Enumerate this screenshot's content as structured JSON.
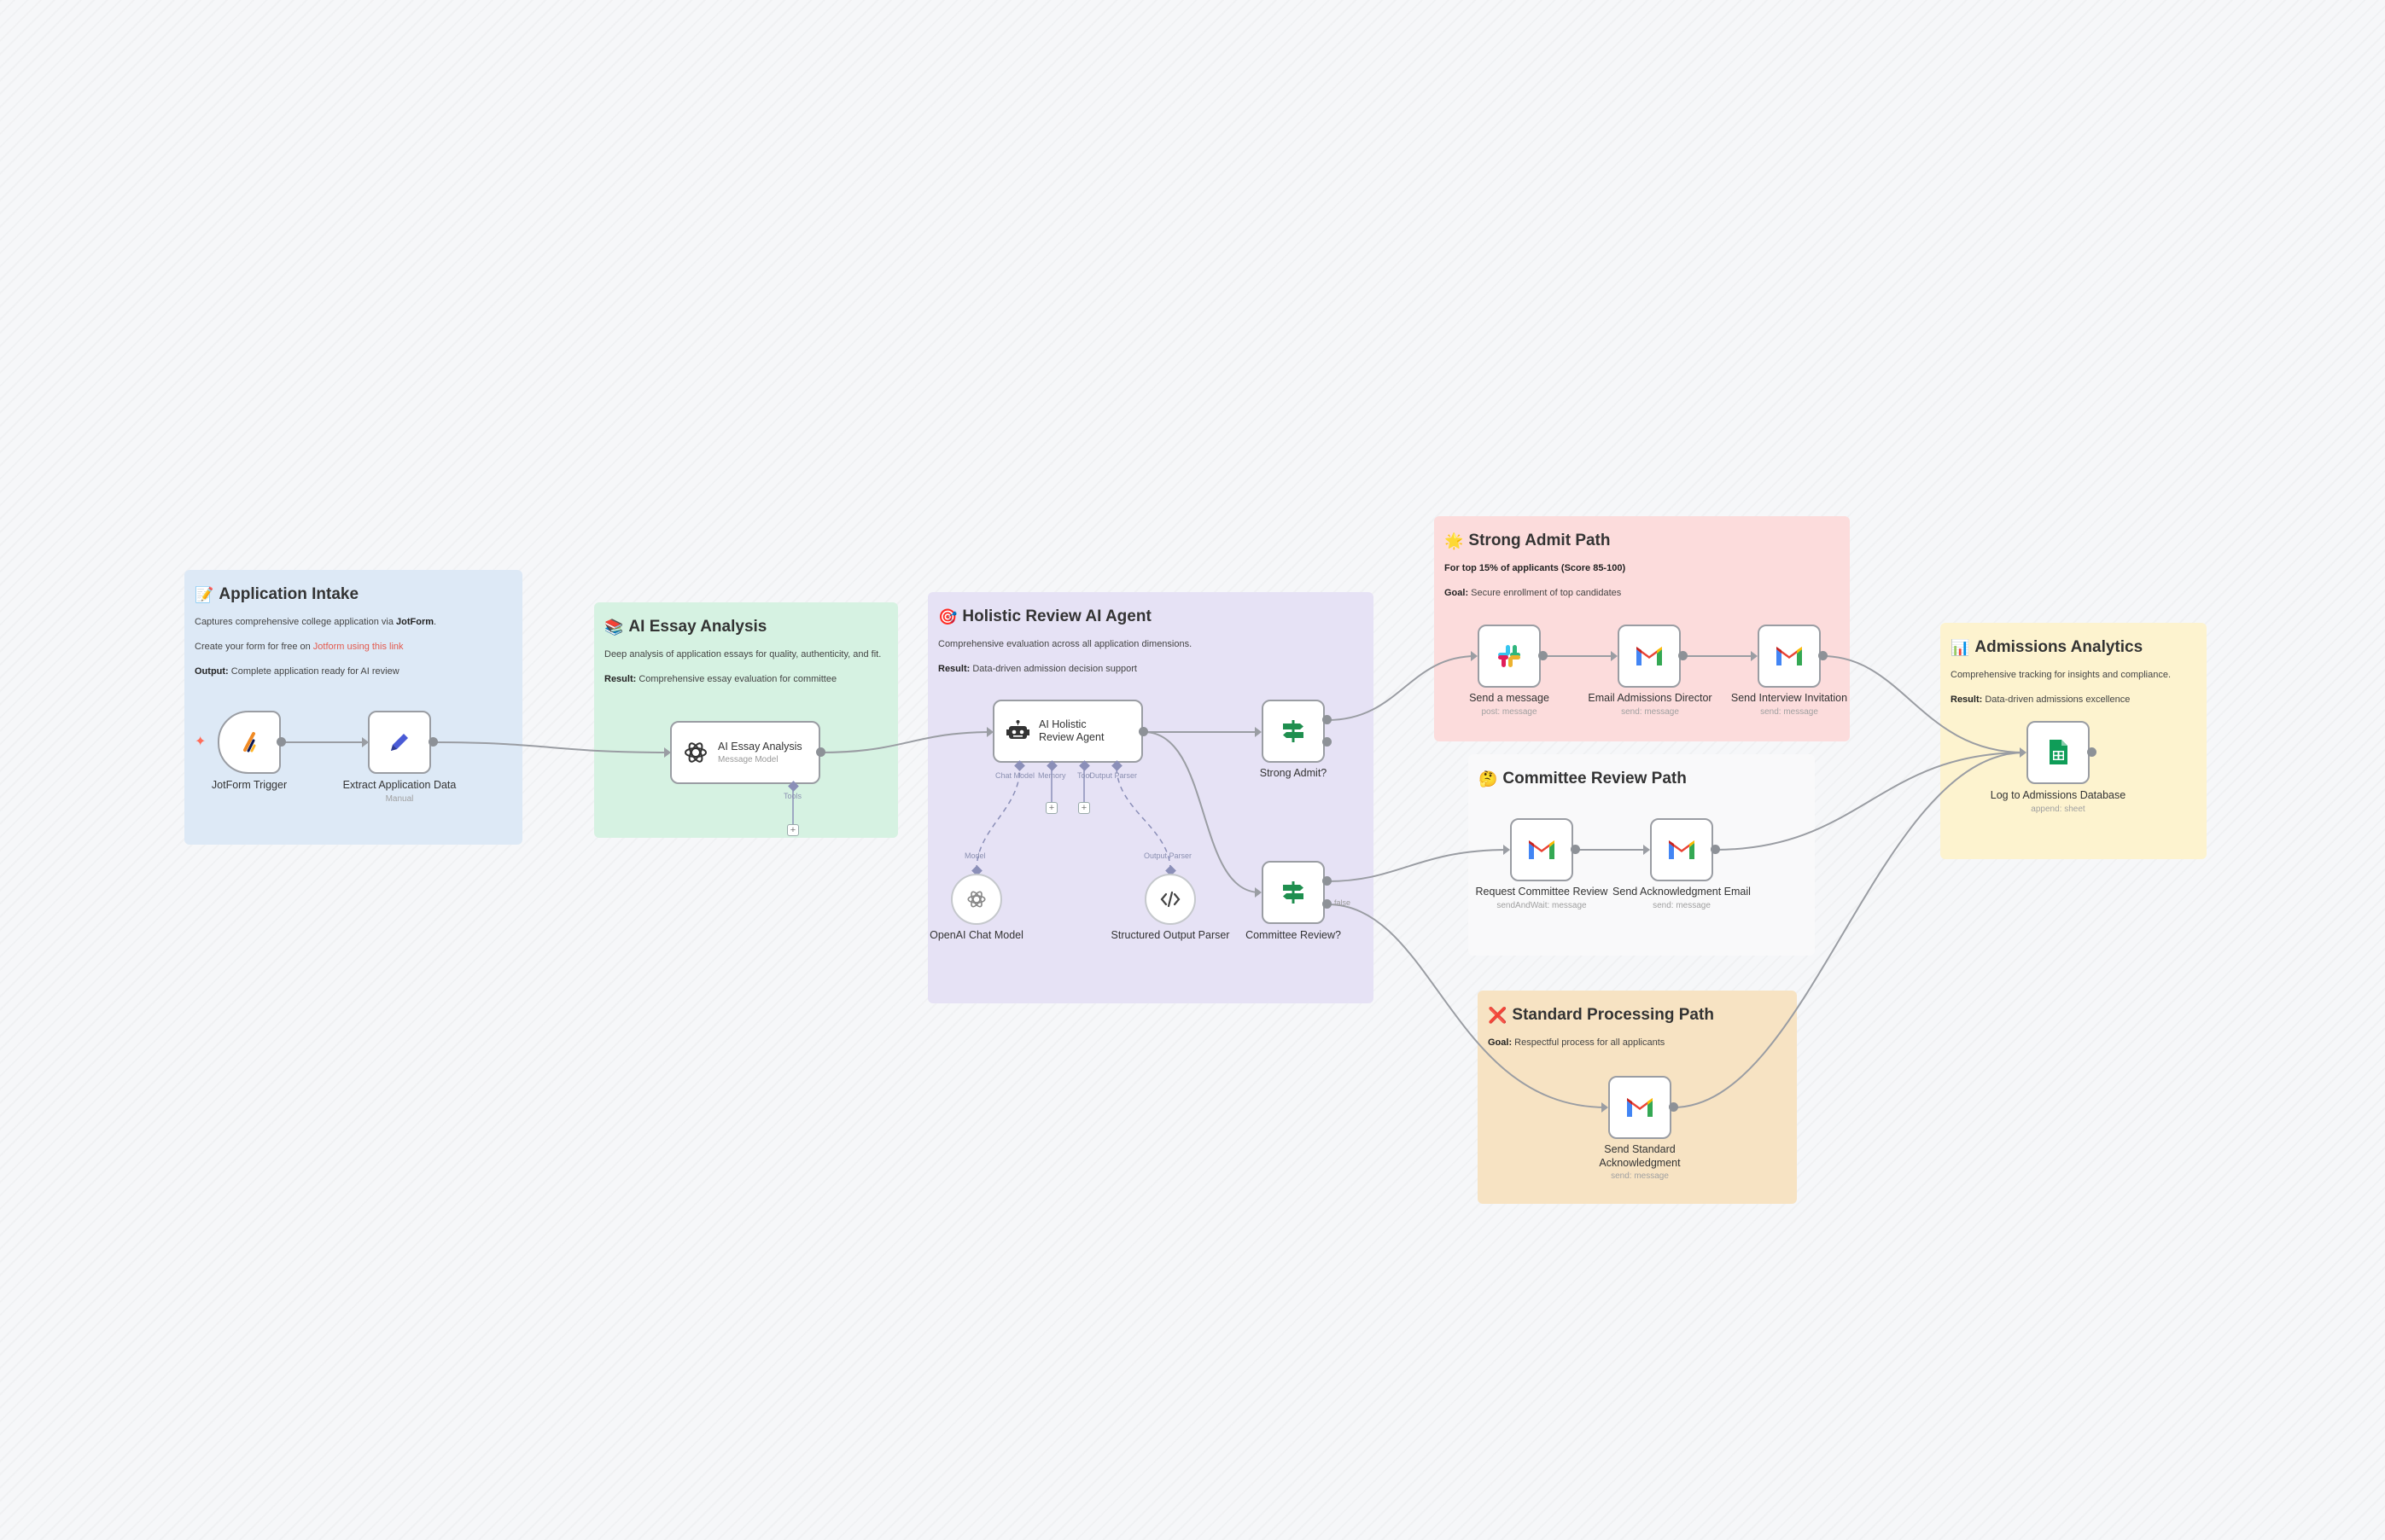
{
  "stickies": {
    "intake": {
      "emoji": "📝",
      "title": "Application Intake",
      "line1_pre": "Captures comprehensive college application via ",
      "line1_bold": "JotForm",
      "line1_post": ".",
      "line2_pre": "Create your form for free on ",
      "line2_link": "Jotform using this link",
      "output_label": "Output:",
      "output_text": " Complete application ready for AI review"
    },
    "essay": {
      "emoji": "📚",
      "title": "AI Essay Analysis",
      "line1": "Deep analysis of application essays for quality, authenticity, and fit.",
      "result_label": "Result:",
      "result_text": " Comprehensive essay evaluation for committee"
    },
    "holistic": {
      "emoji": "🎯",
      "title": "Holistic Review AI Agent",
      "line1": "Comprehensive evaluation across all application dimensions.",
      "result_label": "Result:",
      "result_text": " Data-driven admission decision support"
    },
    "strong": {
      "emoji": "🌟",
      "title": "Strong Admit Path",
      "line1": "For top 15% of applicants (Score 85-100)",
      "goal_label": "Goal:",
      "goal_text": " Secure enrollment of top candidates"
    },
    "committee": {
      "emoji": "🤔",
      "title": "Committee Review Path"
    },
    "standard": {
      "emoji": "❌",
      "title": "Standard Processing Path",
      "goal_label": "Goal:",
      "goal_text": " Respectful process for all applicants"
    },
    "analytics": {
      "emoji": "📊",
      "title": "Admissions Analytics",
      "line1": "Comprehensive tracking for insights and compliance.",
      "result_label": "Result:",
      "result_text": " Data-driven admissions excellence"
    }
  },
  "nodes": {
    "jotform": {
      "label": "JotForm Trigger"
    },
    "extract": {
      "label": "Extract Application Data",
      "sub": "Manual"
    },
    "essay_node": {
      "title": "AI Essay Analysis",
      "sub": "Message Model",
      "tools": "Tools"
    },
    "agent": {
      "title": "AI Holistic Review Agent",
      "p1": "Chat Model",
      "p2": "Memory",
      "p3": "Tool",
      "p4": "Output Parser"
    },
    "openai": {
      "label": "OpenAI Chat Model",
      "port": "Model"
    },
    "parser": {
      "label": "Structured Output Parser",
      "port": "Output Parser"
    },
    "strong_if": {
      "label": "Strong Admit?"
    },
    "committee_if": {
      "label": "Committee Review?",
      "false_label": "false"
    },
    "slack": {
      "label": "Send a message",
      "sub": "post: message"
    },
    "email_dir": {
      "label": "Email Admissions Director",
      "sub": "send: message"
    },
    "interview": {
      "label": "Send Interview Invitation",
      "sub": "send: message"
    },
    "req_committee": {
      "label": "Request Committee Review",
      "sub": "sendAndWait: message"
    },
    "ack": {
      "label": "Send Acknowledgment Email",
      "sub": "send: message"
    },
    "std_ack": {
      "label": "Send Standard Acknowledgment",
      "sub": "send: message"
    },
    "log": {
      "label": "Log to Admissions Database",
      "sub": "append: sheet"
    }
  },
  "colors": {
    "intake": "#dde9f6",
    "essay": "#d6f2e2",
    "holistic": "#e6e2f5",
    "strong": "#fcdcdc",
    "committee": "#f9f9fa",
    "standard": "#f7e3c3",
    "analytics": "#fdf3cf",
    "edge": "#9a9da3"
  }
}
